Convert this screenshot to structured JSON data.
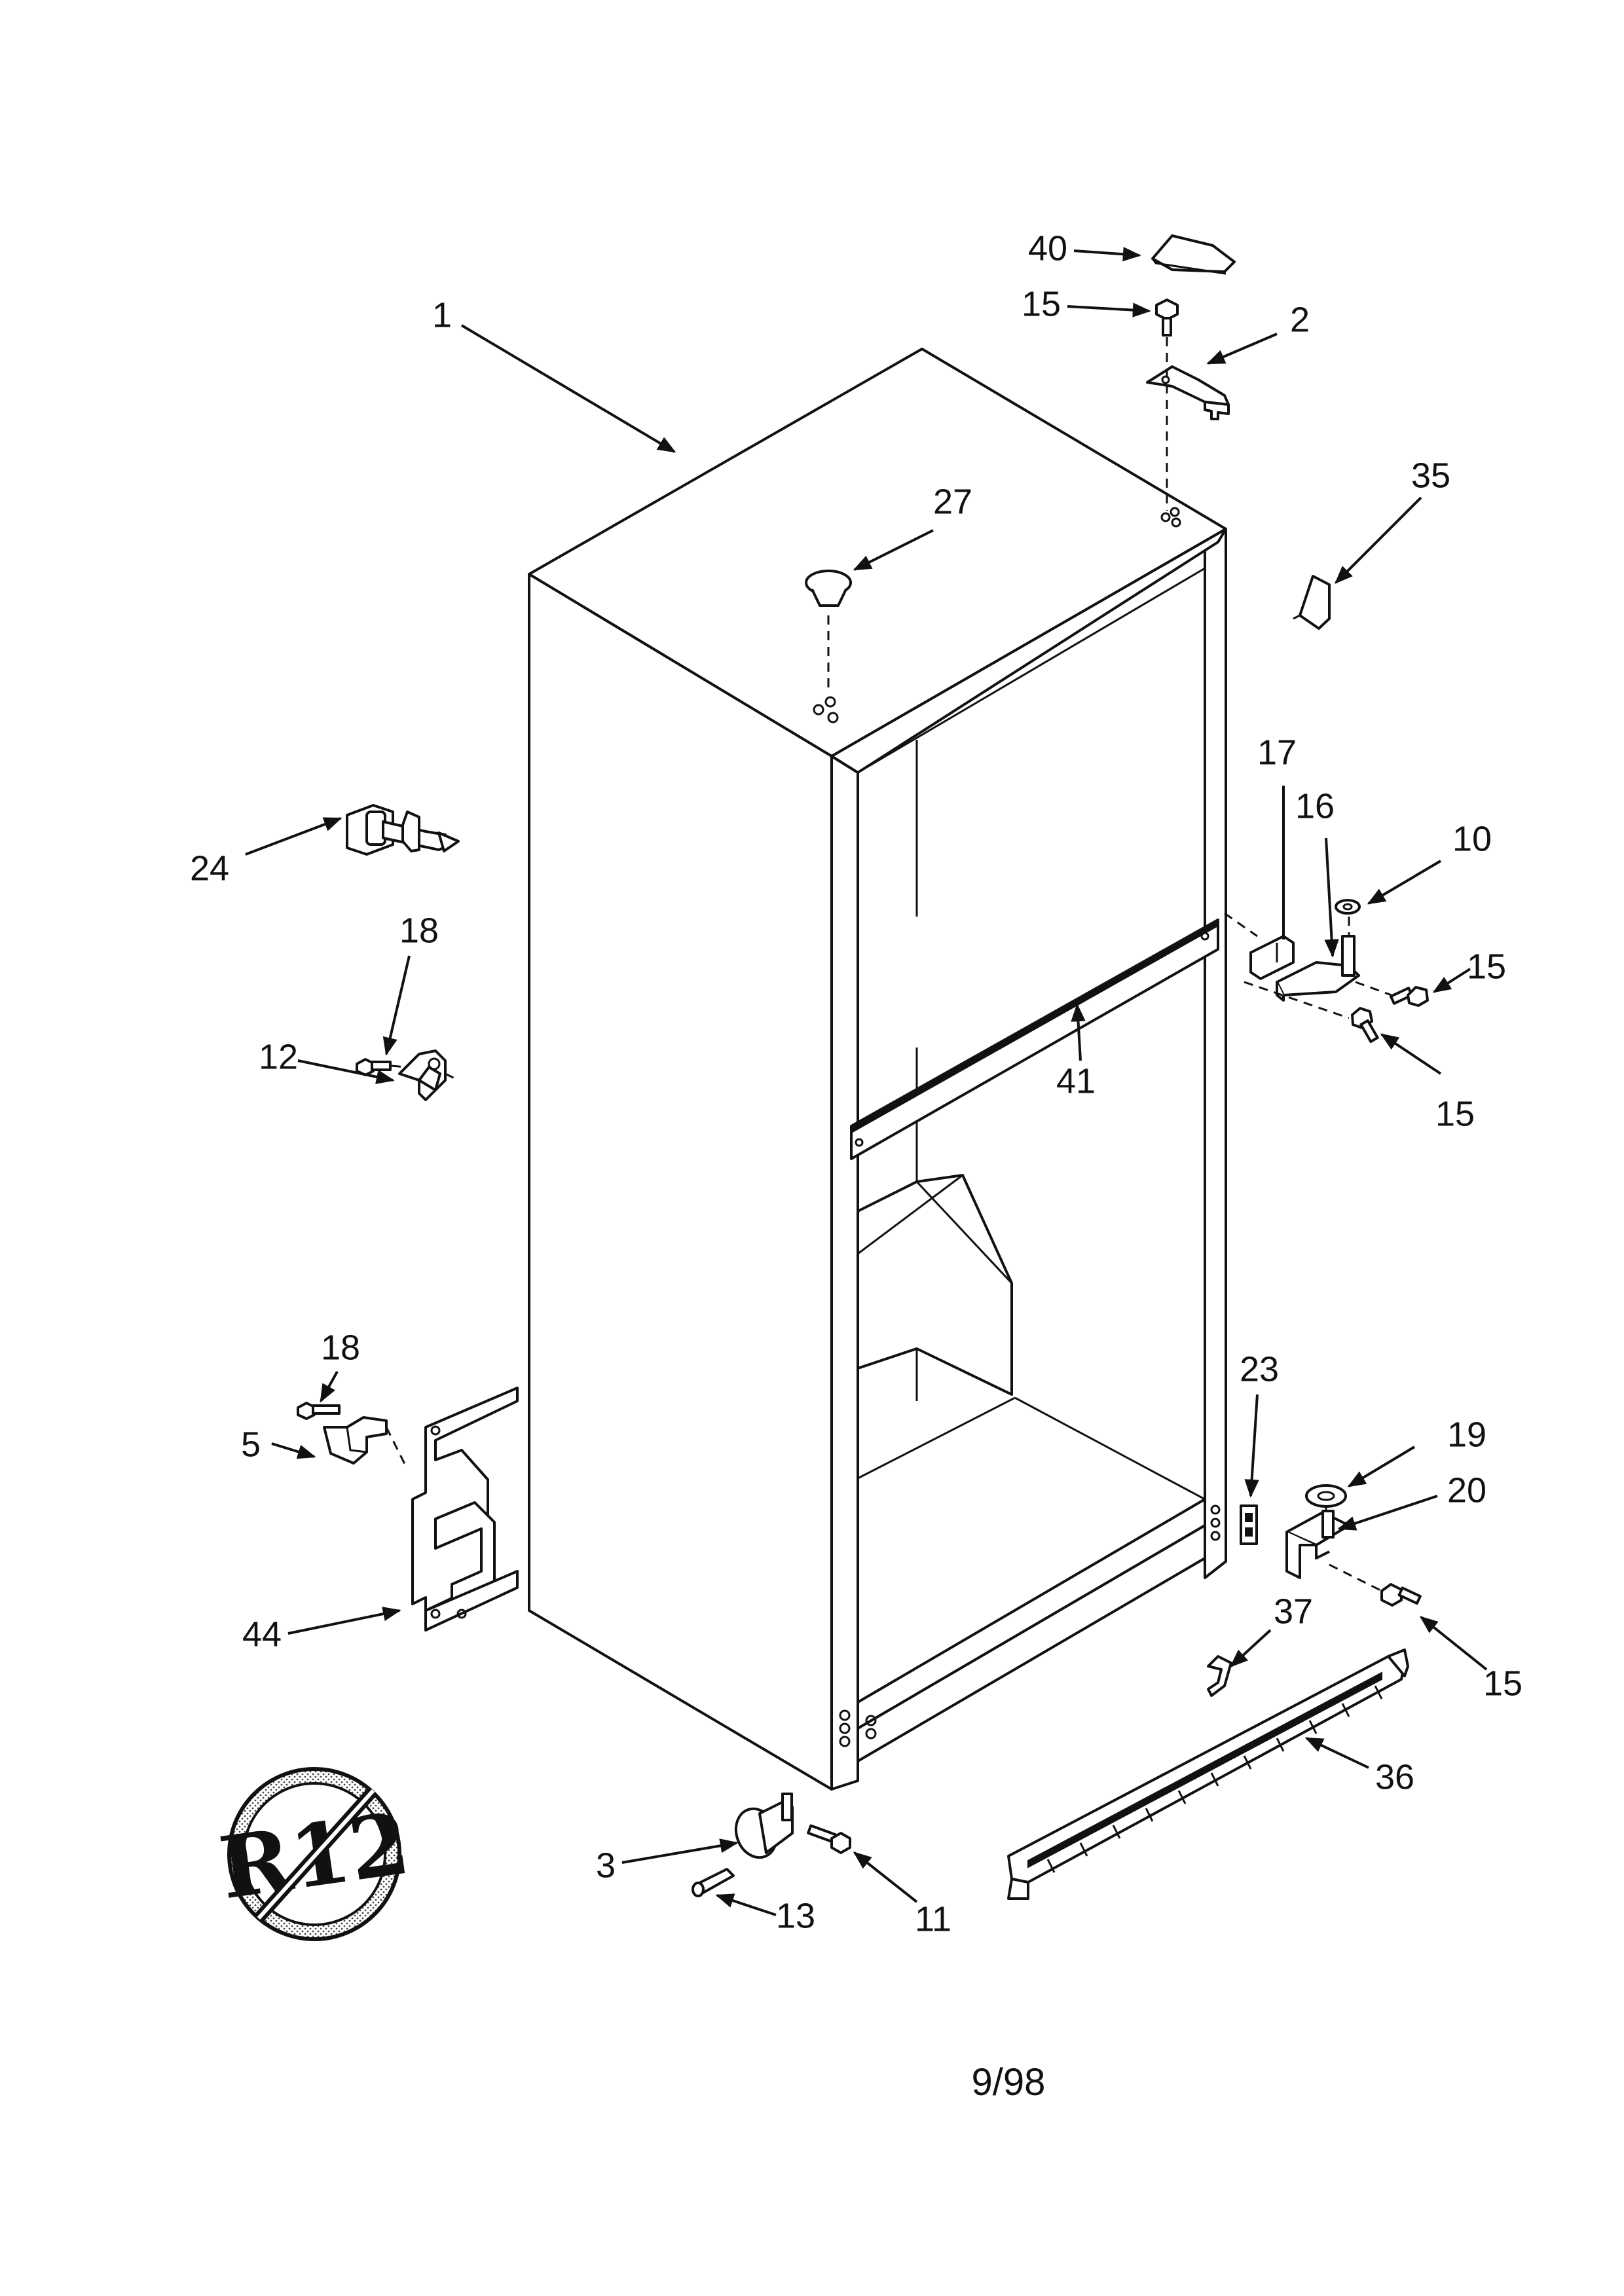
{
  "callouts": {
    "c40": "40",
    "c15_top": "15",
    "c2": "2",
    "c1": "1",
    "c27": "27",
    "c35": "35",
    "c24": "24",
    "c17": "17",
    "c16": "16",
    "c10": "10",
    "c15_hinge_a": "15",
    "c15_hinge_b": "15",
    "c18_upper": "18",
    "c12": "12",
    "c41": "41",
    "c18_lower": "18",
    "c5": "5",
    "c44": "44",
    "c23": "23",
    "c19": "19",
    "c20": "20",
    "c37": "37",
    "c15_bottom": "15",
    "c36": "36",
    "c3": "3",
    "c13": "13",
    "c11": "11"
  },
  "logo": {
    "text": "R12"
  },
  "footer": {
    "date": "9/98"
  }
}
